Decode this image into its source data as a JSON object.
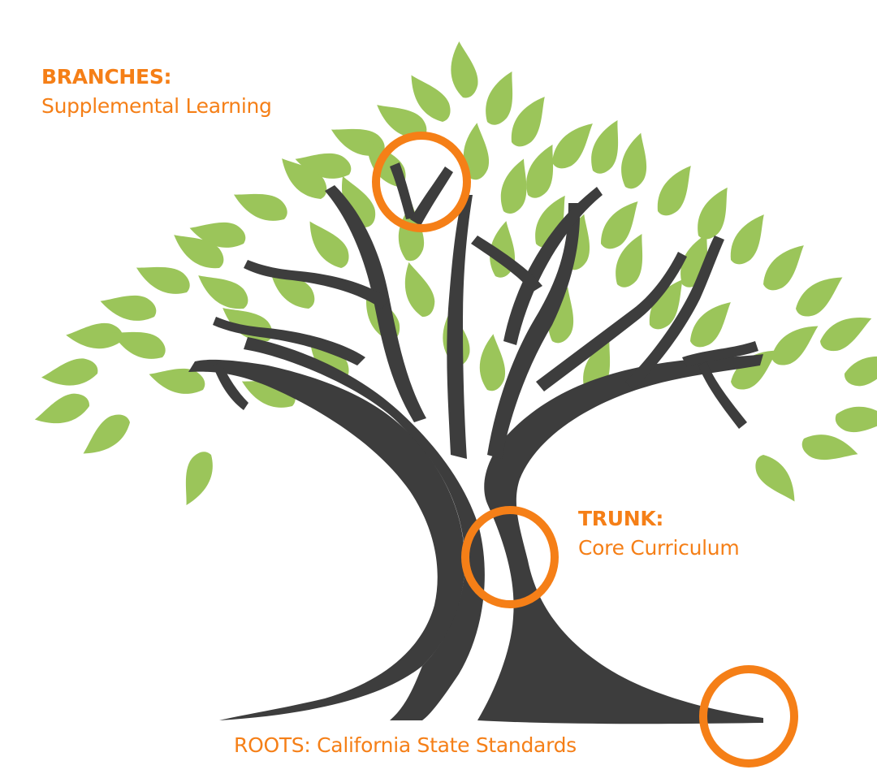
{
  "diagram": {
    "accent_color": "#f57f17",
    "leaf_color": "#9bc55a",
    "trunk_color": "#3d3d3d",
    "labels": {
      "branches": {
        "heading": "BRANCHES:",
        "text": "Supplemental Learning"
      },
      "trunk": {
        "heading": "TRUNK:",
        "text": "Core Curriculum"
      },
      "roots": {
        "heading": "ROOTS:",
        "text": "California State Standards"
      }
    },
    "highlights": [
      "branches",
      "trunk",
      "roots"
    ]
  }
}
